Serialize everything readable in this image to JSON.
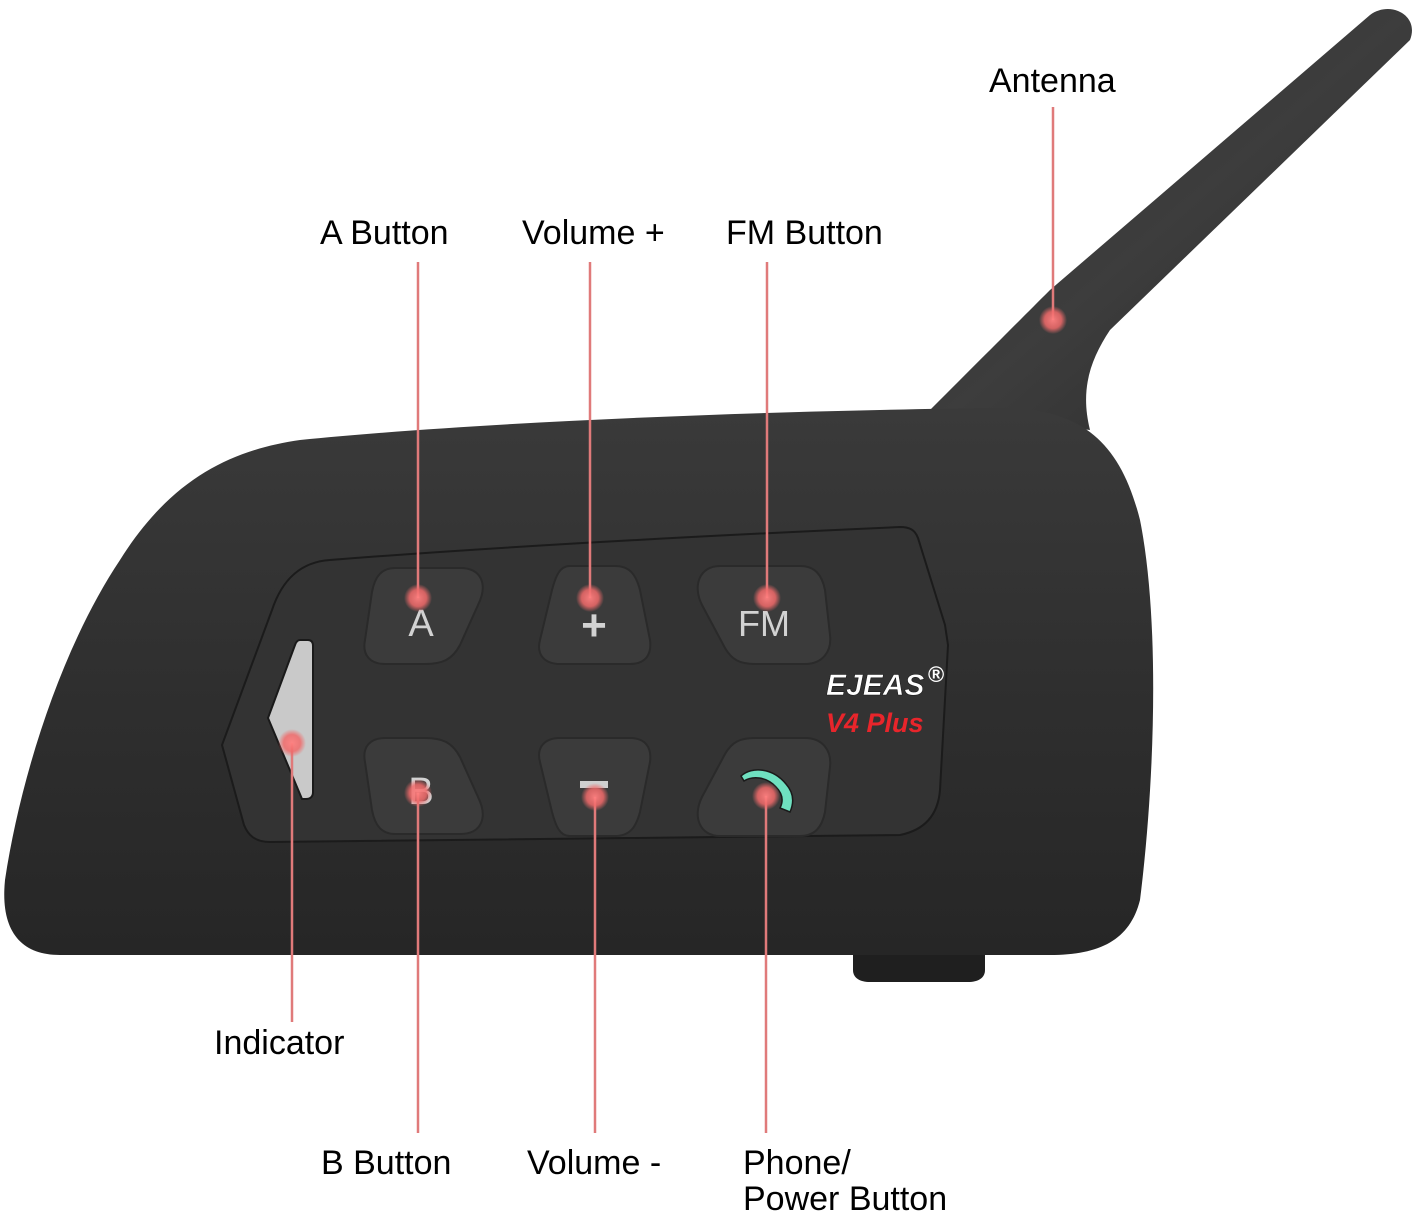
{
  "diagram": {
    "product": {
      "brand": "EJEAS",
      "brand_mark": "®",
      "model": "V4 Plus",
      "body_color": "#2e2e2e",
      "panel_color": "#343434",
      "indicator_color": "#c8c8c8",
      "leader_color": "#e07a7a",
      "marker_color": "#f06a6a",
      "phone_glyph_color": "#6fe0c0",
      "model_color": "#e8252b"
    },
    "buttons": [
      {
        "id": "a",
        "glyph": "A"
      },
      {
        "id": "volume-up",
        "glyph": "+"
      },
      {
        "id": "fm",
        "glyph": "FM"
      },
      {
        "id": "b",
        "glyph": "B"
      },
      {
        "id": "volume-down",
        "glyph": "−"
      },
      {
        "id": "phone-power",
        "glyph": "phone-icon"
      }
    ],
    "callouts": {
      "antenna": "Antenna",
      "a_button": "A Button",
      "volume_up": "Volume +",
      "fm_button": "FM Button",
      "indicator": "Indicator",
      "b_button": "B Button",
      "volume_down": "Volume -",
      "phone_power_line1": "Phone/",
      "phone_power_line2": "Power Button"
    }
  }
}
